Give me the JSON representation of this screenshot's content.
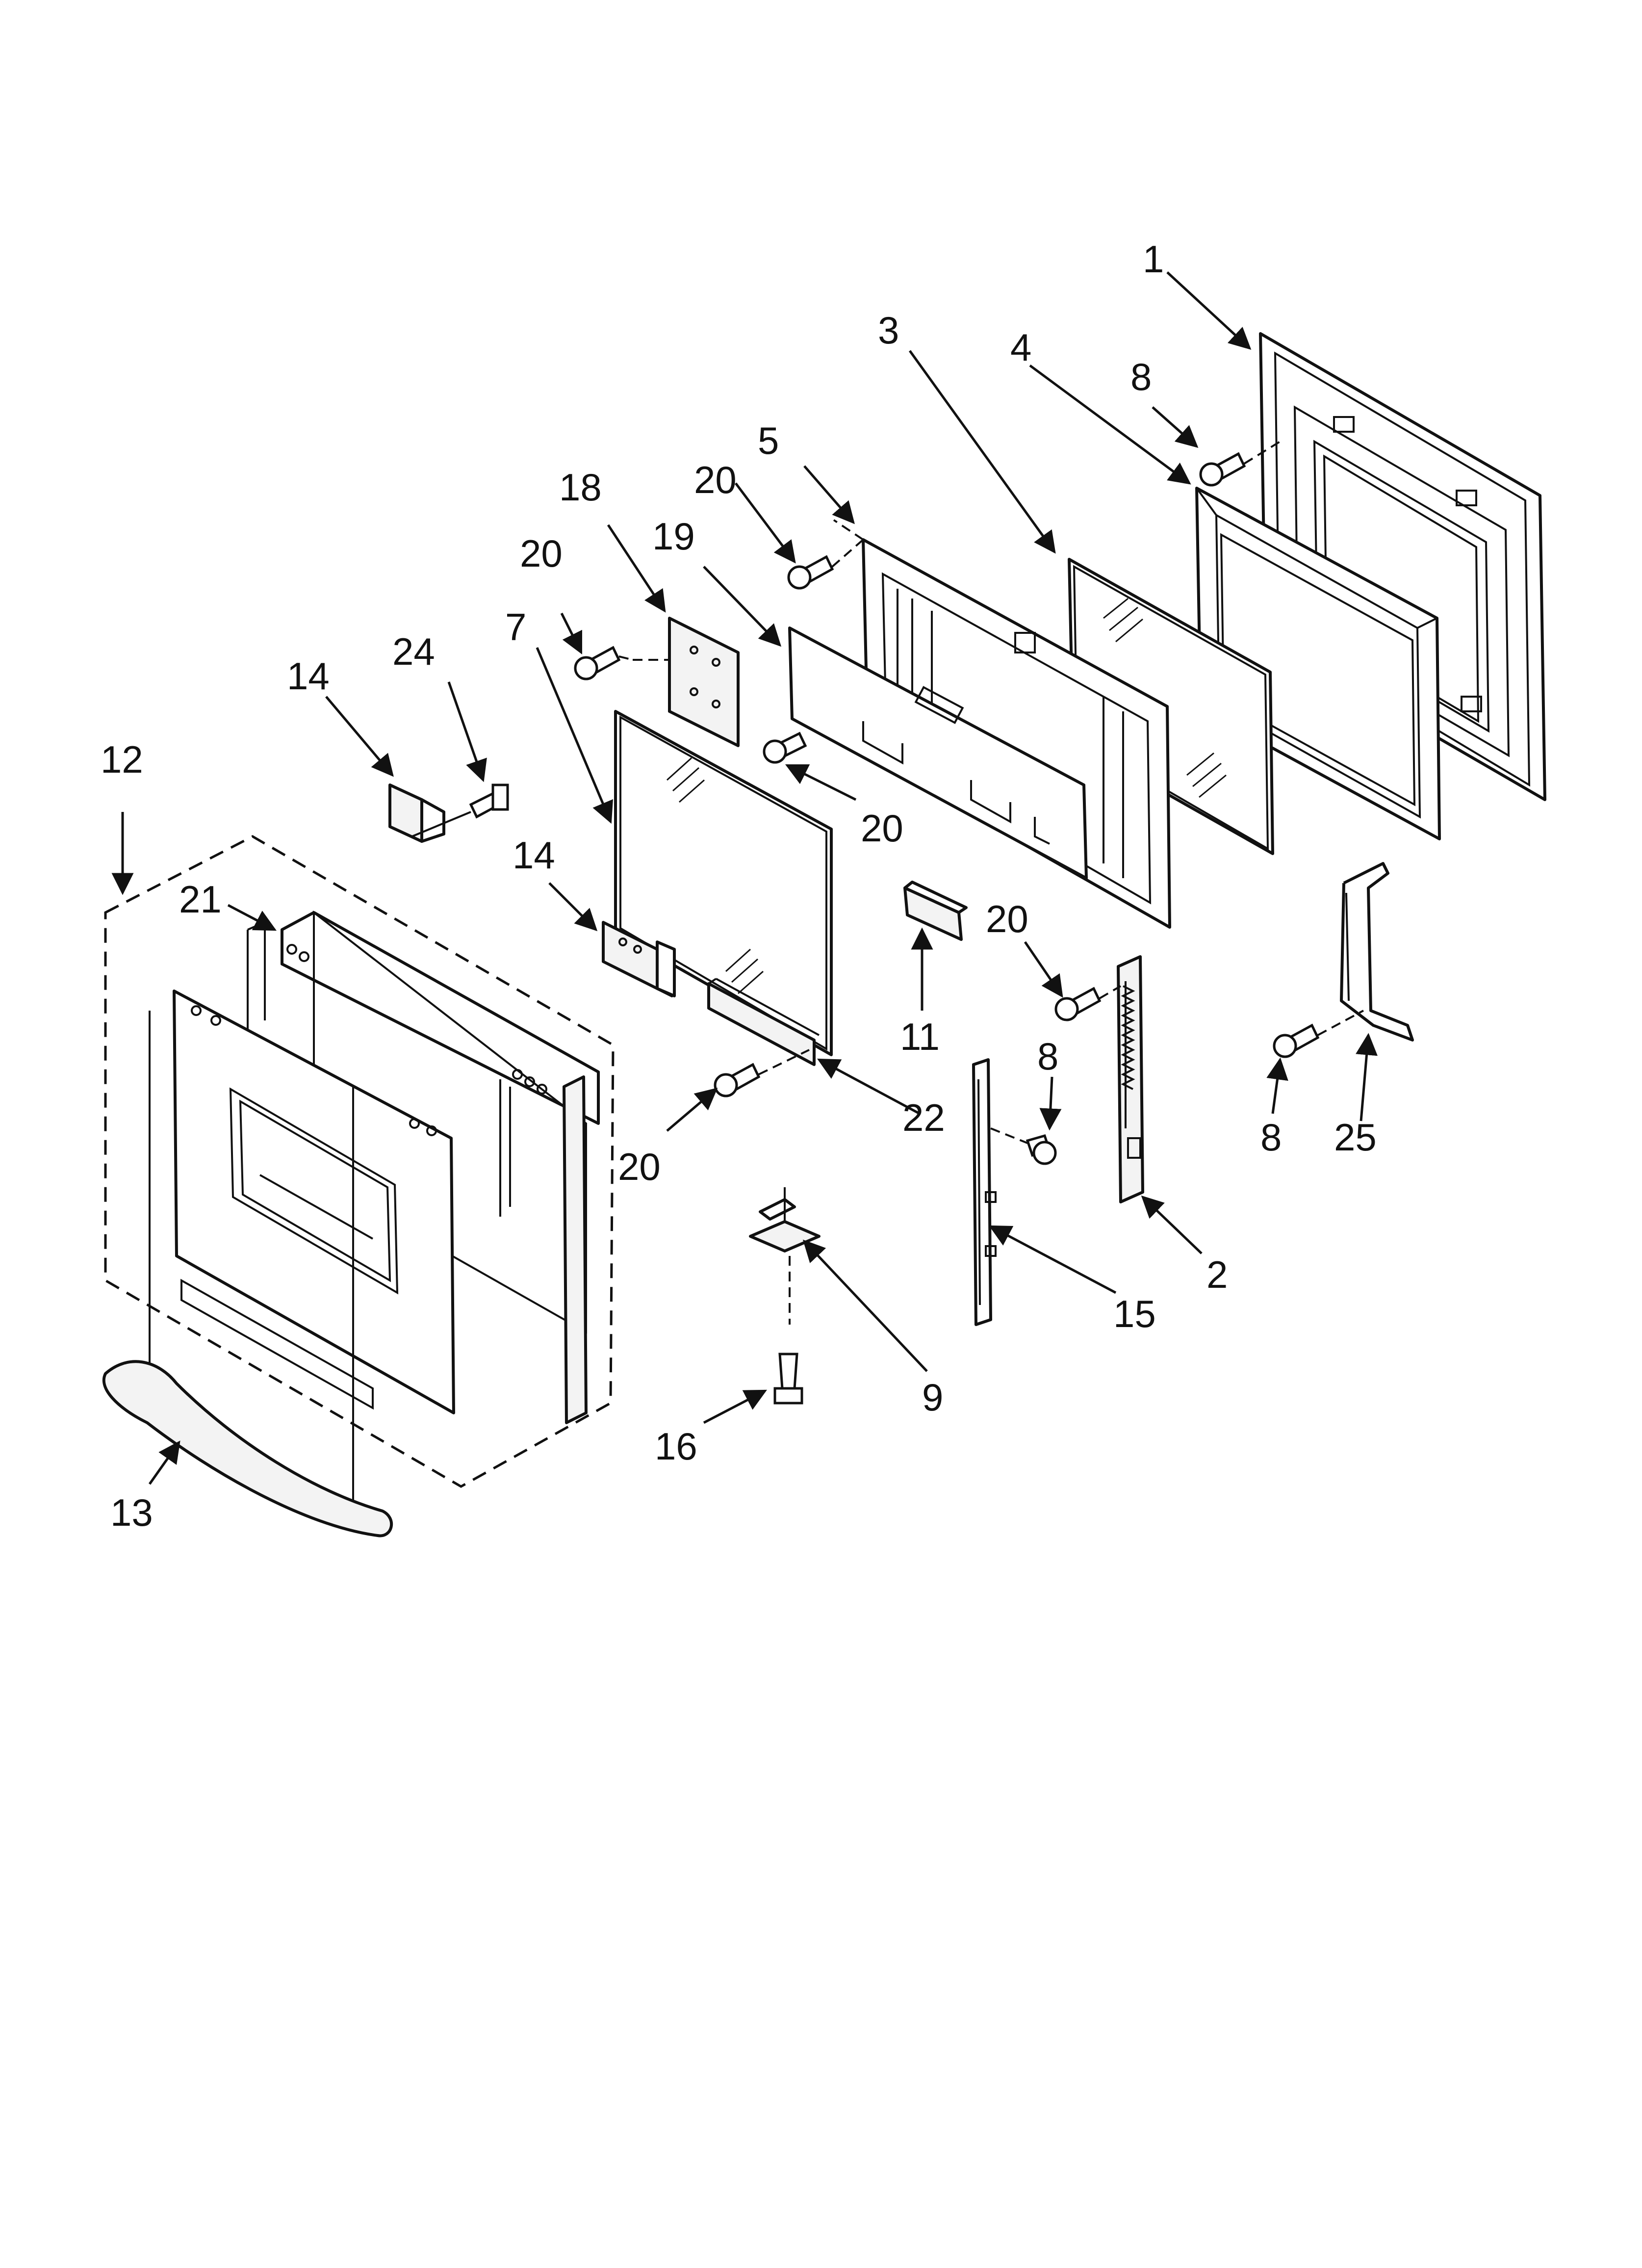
{
  "callouts": [
    {
      "id": "c1",
      "text": "1"
    },
    {
      "id": "c2",
      "text": "2"
    },
    {
      "id": "c3",
      "text": "3"
    },
    {
      "id": "c4",
      "text": "4"
    },
    {
      "id": "c5",
      "text": "5"
    },
    {
      "id": "c7",
      "text": "7"
    },
    {
      "id": "c8a",
      "text": "8"
    },
    {
      "id": "c8b",
      "text": "8"
    },
    {
      "id": "c8c",
      "text": "8"
    },
    {
      "id": "c9",
      "text": "9"
    },
    {
      "id": "c11",
      "text": "11"
    },
    {
      "id": "c12",
      "text": "12"
    },
    {
      "id": "c13",
      "text": "13"
    },
    {
      "id": "c14a",
      "text": "14"
    },
    {
      "id": "c14b",
      "text": "14"
    },
    {
      "id": "c15",
      "text": "15"
    },
    {
      "id": "c16",
      "text": "16"
    },
    {
      "id": "c18",
      "text": "18"
    },
    {
      "id": "c19",
      "text": "19"
    },
    {
      "id": "c20a",
      "text": "20"
    },
    {
      "id": "c20b",
      "text": "20"
    },
    {
      "id": "c20c",
      "text": "20"
    },
    {
      "id": "c20d",
      "text": "20"
    },
    {
      "id": "c20e",
      "text": "20"
    },
    {
      "id": "c21",
      "text": "21"
    },
    {
      "id": "c22",
      "text": "22"
    },
    {
      "id": "c24",
      "text": "24"
    },
    {
      "id": "c25",
      "text": "25"
    }
  ]
}
